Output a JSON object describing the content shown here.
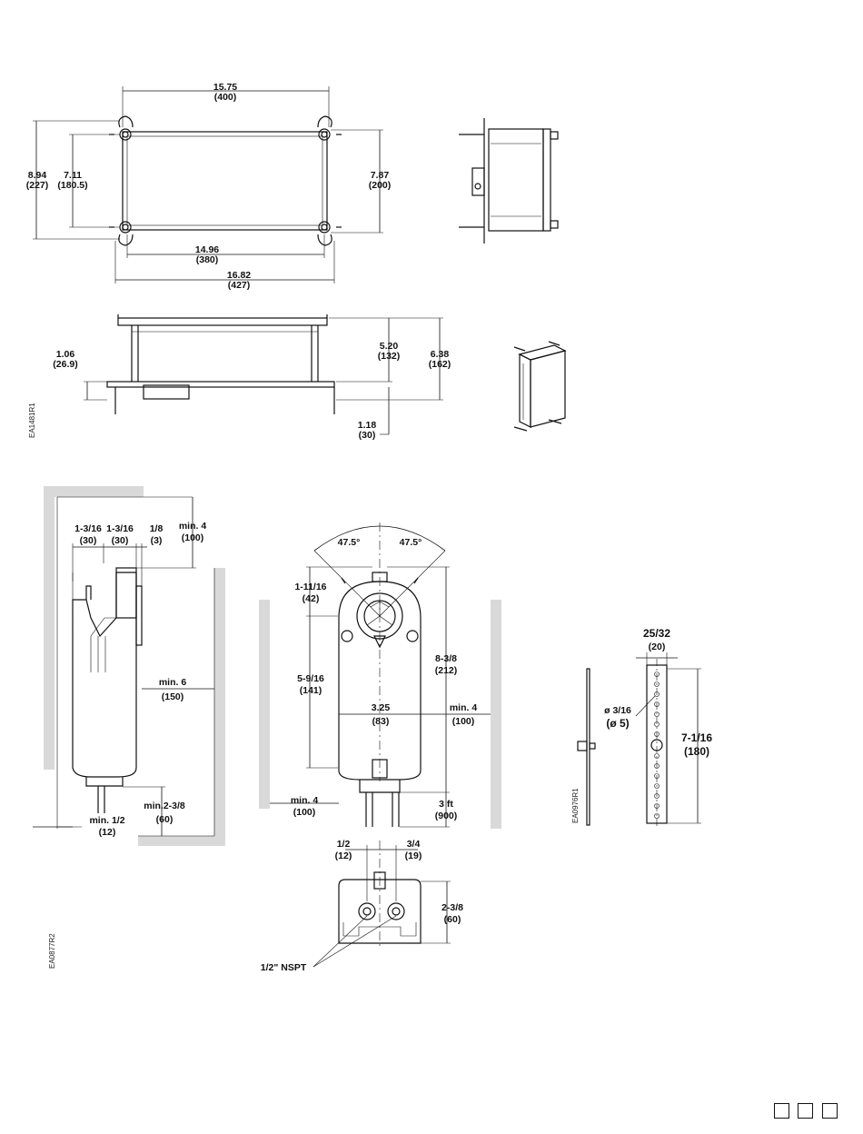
{
  "top_views": {
    "code": "EA1481R1",
    "plan": {
      "width_inner": "15.75",
      "width_inner_mm": "(400)",
      "height_outer": "8.94",
      "height_outer_mm": "(227)",
      "height_inner": "7.11",
      "height_inner_mm": "(180.5)",
      "height_right": "7.87",
      "height_right_mm": "(200)",
      "width_bottom": "14.96",
      "width_bottom_mm": "(380)",
      "width_overall": "16.82",
      "width_overall_mm": "(427)"
    },
    "elevation": {
      "h1": "1.06",
      "h1_mm": "(26.9)",
      "h2": "5.20",
      "h2_mm": "(132)",
      "h3": "6.38",
      "h3_mm": "(162)",
      "h4": "1.18",
      "h4_mm": "(30)"
    }
  },
  "actuator_views": {
    "code": "EA0877R2",
    "side": {
      "d1": "1-3/16",
      "d1_mm": "(30)",
      "d2": "1-3/16",
      "d2_mm": "(30)",
      "d3": "1/8",
      "d3_mm": "(3)",
      "min_top": "min. 4",
      "min_top_mm": "(100)",
      "min_right": "min. 6",
      "min_right_mm": "(150)",
      "min_bottom": "min.2-3/8",
      "min_bottom_mm": "(60)",
      "min_left": "min. 1/2",
      "min_left_mm": "(12)"
    },
    "front": {
      "angle_left": "47.5°",
      "angle_right": "47.5°",
      "d_top": "1-11/16",
      "d_top_mm": "(42)",
      "d_mid": "5-9/16",
      "d_mid_mm": "(141)",
      "d_height": "8-3/8",
      "d_height_mm": "(212)",
      "d_width": "3.25",
      "d_width_mm": "(83)",
      "min_right": "min. 4",
      "min_right_mm": "(100)",
      "min_left": "min. 4",
      "min_left_mm": "(100)",
      "cable": "3 ft",
      "cable_mm": "(900)"
    },
    "bottom": {
      "d_left": "1/2",
      "d_left_mm": "(12)",
      "d_right": "3/4",
      "d_right_mm": "(19)",
      "d_height": "2-3/8",
      "d_height_mm": "(60)",
      "thread": "1/2\" NSPT"
    }
  },
  "bracket": {
    "code": "EA0976R1",
    "width": "25/32",
    "width_mm": "(20)",
    "hole": "ø 3/16",
    "hole_mm": "(ø 5)",
    "length": "7-1/16",
    "length_mm": "(180)"
  },
  "footer_boxes": [
    "",
    "",
    ""
  ]
}
